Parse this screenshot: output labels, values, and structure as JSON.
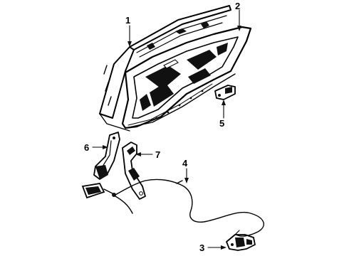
{
  "diagram": {
    "callouts": [
      {
        "id": "1"
      },
      {
        "id": "2"
      },
      {
        "id": "3"
      },
      {
        "id": "4"
      },
      {
        "id": "5"
      },
      {
        "id": "6"
      },
      {
        "id": "7"
      }
    ]
  }
}
